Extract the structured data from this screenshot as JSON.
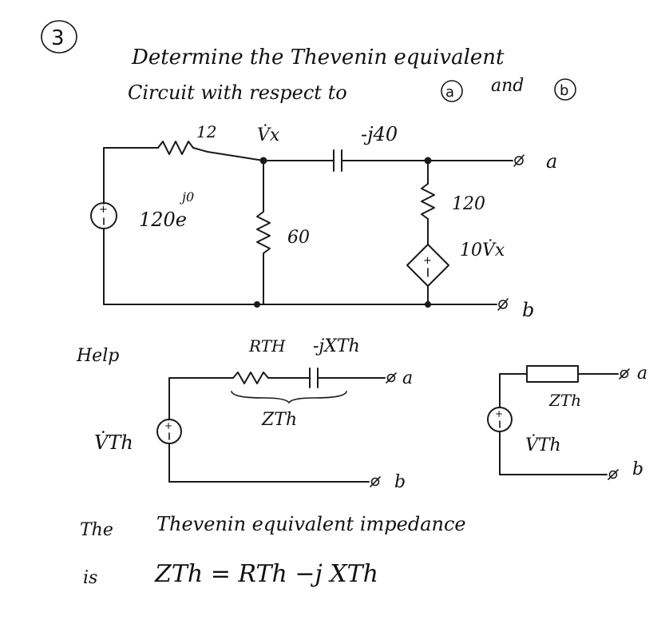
{
  "problem": {
    "number": "3",
    "line1": "Determine the Thevenin equivalent",
    "line2_a": "Circuit with respect to",
    "terminal_a": "a",
    "line2_and": "and",
    "terminal_b": "b"
  },
  "main_circuit": {
    "r1_label": "12",
    "vx_node_label": "V̇x",
    "cap_label": "-j40",
    "source_label": "120e",
    "source_exp": "j0",
    "r2_label": "60",
    "r3_label": "120",
    "dep_source_label": "10V̇x",
    "term_a": "a",
    "term_b": "b"
  },
  "help": {
    "label": "Help",
    "rth_label": "RTH",
    "xth_label": "-jXTh",
    "zth_brace_label": "ZTh",
    "vth_label": "V̇Th",
    "term_a": "a",
    "term_b": "b",
    "right_zth_label": "ZTh",
    "right_vth_label": "V̇Th",
    "right_term_a": "a",
    "right_term_b": "b"
  },
  "conclusion": {
    "the": "The",
    "text1": "Thevenin equivalent impedance",
    "is": "is",
    "equation": "ZTh = RTh −j XTh"
  },
  "colors": {
    "ink": "#1a1a1a",
    "paper": "#ffffff"
  }
}
